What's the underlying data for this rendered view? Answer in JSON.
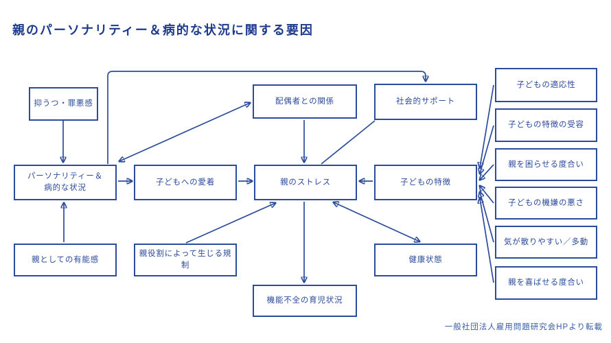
{
  "page": {
    "title": "親のパーソナリティー＆病的な状況に関する要因",
    "credit": "一般社団法人雇用問題研究会HPより転載",
    "accent_color": "#2b4b9b",
    "title_color": "#1d3a8c",
    "background_color": "#ffffff"
  },
  "diagram": {
    "nodes": {
      "depression": {
        "label": "抑うつ・罪悪感"
      },
      "spouse": {
        "label": "配偶者との関係"
      },
      "social_support": {
        "label": "社会的サポート"
      },
      "personality": {
        "label": "パーソナリティー＆\n病的な状況"
      },
      "attachment": {
        "label": "子どもへの愛着"
      },
      "parent_stress": {
        "label": "親のストレス"
      },
      "child_traits": {
        "label": "子どもの特徴"
      },
      "competence": {
        "label": "親としての有能感"
      },
      "role_restriction": {
        "label": "親役割によって生じる規制"
      },
      "health": {
        "label": "健康状態"
      },
      "dysfunction": {
        "label": "機能不全の育児状況"
      },
      "adaptability": {
        "label": "子どもの適応性"
      },
      "acceptance": {
        "label": "子どもの特徴の受容"
      },
      "troubling": {
        "label": "親を困らせる度合い"
      },
      "moodiness": {
        "label": "子どもの機嫌の悪さ"
      },
      "distractible": {
        "label": "気が散りやすい／多動"
      },
      "pleasing": {
        "label": "親を喜ばせる度合い"
      }
    },
    "edges": [
      {
        "from": "depression",
        "to": "personality",
        "type": "arrow"
      },
      {
        "from": "personality",
        "to": "spouse",
        "type": "double-arrow"
      },
      {
        "from": "personality",
        "to": "social_support",
        "type": "arrow"
      },
      {
        "from": "personality",
        "to": "attachment",
        "type": "arrow"
      },
      {
        "from": "attachment",
        "to": "parent_stress",
        "type": "arrow"
      },
      {
        "from": "spouse",
        "to": "parent_stress",
        "type": "arrow"
      },
      {
        "from": "social_support",
        "to": "parent_stress",
        "type": "line"
      },
      {
        "from": "child_traits",
        "to": "parent_stress",
        "type": "arrow"
      },
      {
        "from": "competence",
        "to": "personality",
        "type": "arrow"
      },
      {
        "from": "role_restriction",
        "to": "parent_stress",
        "type": "arrow"
      },
      {
        "from": "parent_stress",
        "to": "health",
        "type": "double-arrow"
      },
      {
        "from": "parent_stress",
        "to": "dysfunction",
        "type": "arrow"
      },
      {
        "from": "adaptability",
        "to": "child_traits",
        "type": "arrow"
      },
      {
        "from": "acceptance",
        "to": "child_traits",
        "type": "arrow"
      },
      {
        "from": "troubling",
        "to": "child_traits",
        "type": "arrow"
      },
      {
        "from": "moodiness",
        "to": "child_traits",
        "type": "arrow"
      },
      {
        "from": "distractible",
        "to": "child_traits",
        "type": "arrow"
      },
      {
        "from": "pleasing",
        "to": "child_traits",
        "type": "arrow"
      }
    ]
  }
}
